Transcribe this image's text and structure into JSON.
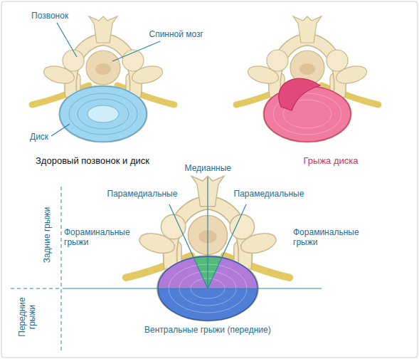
{
  "diagram": {
    "labels": [
      "Позвонок",
      "Спинной мозг",
      "Диск",
      "Здоровый позвонок и диск",
      "Грыжа диска",
      "Медианные",
      "Парамедиальные",
      "Парамедиальные",
      "Фораминальные грыжи",
      "Фораминальные грыжи",
      "Задние грыжи",
      "Передние грыжи",
      "Вентральные грыжи (передние)"
    ]
  }
}
